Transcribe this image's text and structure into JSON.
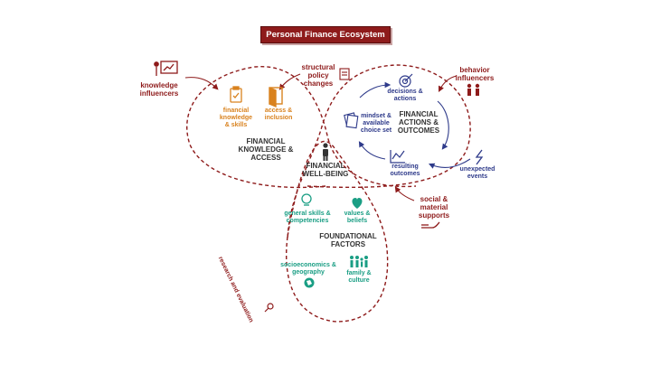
{
  "title": "Personal Finance Ecosystem",
  "colors": {
    "red": "#8e1b1b",
    "orange": "#d9821e",
    "navy": "#2e3a8a",
    "teal": "#1a9e84",
    "dark": "#333333"
  },
  "regions": {
    "knowledge": "FINANCIAL KNOWLEDGE & ACCESS",
    "actions": "FINANCIAL ACTIONS & OUTCOMES",
    "foundational": "FOUNDATIONAL FACTORS",
    "wellbeing": "FINANCIAL WELL-BEING"
  },
  "knowledge_items": {
    "skills": "financial knowledge & skills",
    "access": "access & inclusion"
  },
  "actions_items": {
    "decisions": "decisions & actions",
    "mindset": "mindset & available choice set",
    "outcomes": "resulting outcomes"
  },
  "foundational_items": {
    "general_skills": "general skills & competencies",
    "values": "values & beliefs",
    "socio": "socioeconomics & geography",
    "family": "family & culture"
  },
  "external": {
    "knowledge_influencers": "knowledge influencers",
    "structural": "structural policy changes",
    "behavior_influencers": "behavior influencers",
    "unexpected": "unexpected events",
    "supports": "social & material supports",
    "research": "research and evaluation"
  },
  "icons": [
    "presentation-icon",
    "checklist-icon",
    "door-icon",
    "document-icon",
    "target-icon",
    "cards-icon",
    "chart-icon",
    "people-icon",
    "lightning-icon",
    "hand-icon",
    "person-icon",
    "lightbulb-icon",
    "heart-icon",
    "globe-icon",
    "family-icon",
    "magnifier-icon"
  ]
}
